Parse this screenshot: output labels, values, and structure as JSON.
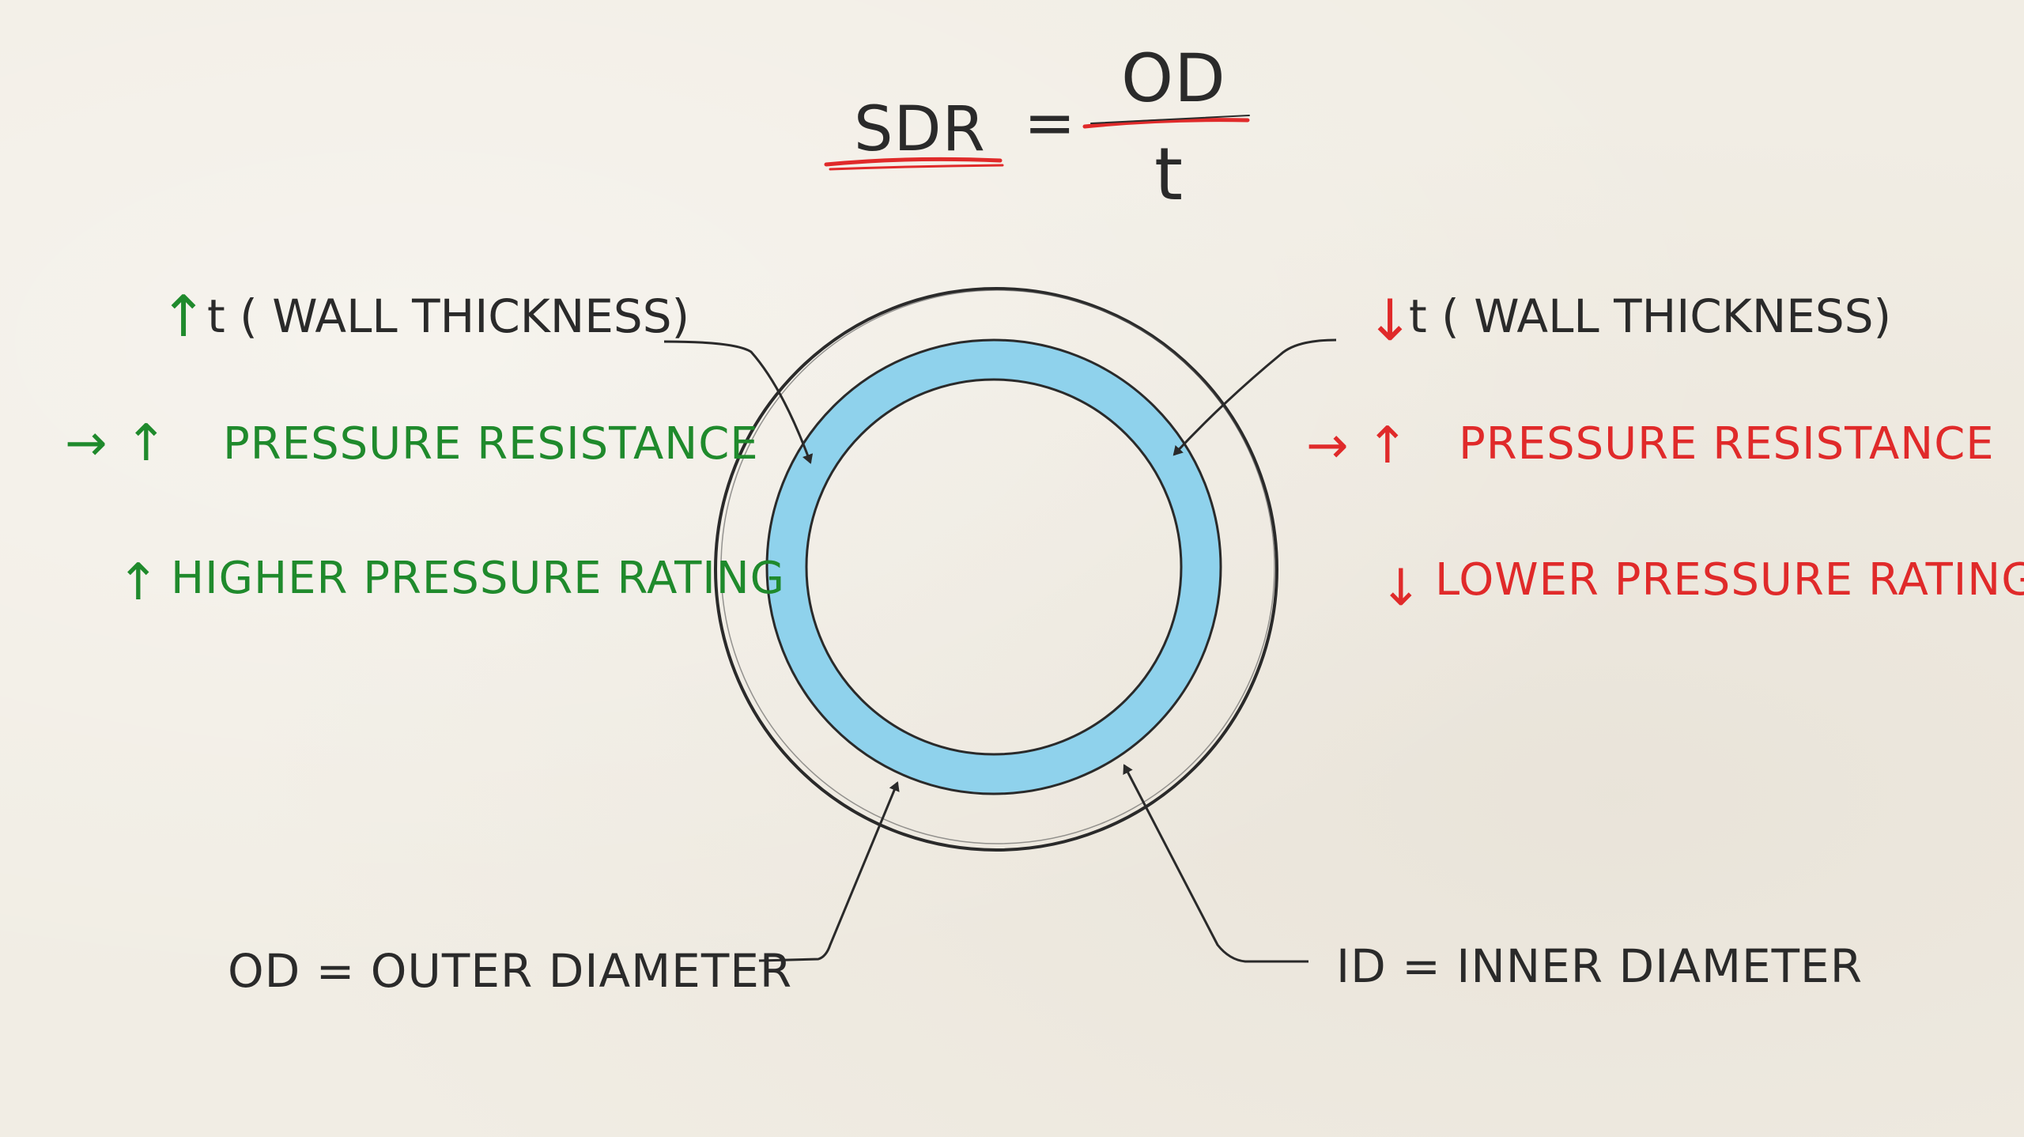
{
  "formula": {
    "lhs": "SDR",
    "equals": "=",
    "numerator": "OD",
    "denominator": "t"
  },
  "left_panel": {
    "color": "#1f8a2c",
    "line1_arrow": "↑",
    "line1_text": "t ( WALL THICKNESS)",
    "line2_arrow": "→ ↑",
    "line2_text": "PRESSURE RESISTANCE",
    "line3_arrow": "↑",
    "line3_text": "HIGHER PRESSURE RATING"
  },
  "right_panel": {
    "color": "#e02a2a",
    "line1_arrow": "↓",
    "line1_text": "t ( WALL THICKNESS)",
    "line2_arrow": "→ ↑",
    "line2_text": "PRESSURE RESISTANCE",
    "line3_arrow": "↓",
    "line3_text": "LOWER PRESSURE RATING"
  },
  "bottom_labels": {
    "od_label": "OD = OUTER DIAMETER",
    "id_label": "ID = INNER DIAMETER"
  },
  "colors": {
    "ink": "#2a2a2a",
    "underline_red": "#e02a2a",
    "pipe_wall": "#8fd2ec",
    "paper": "#f1ede4"
  }
}
